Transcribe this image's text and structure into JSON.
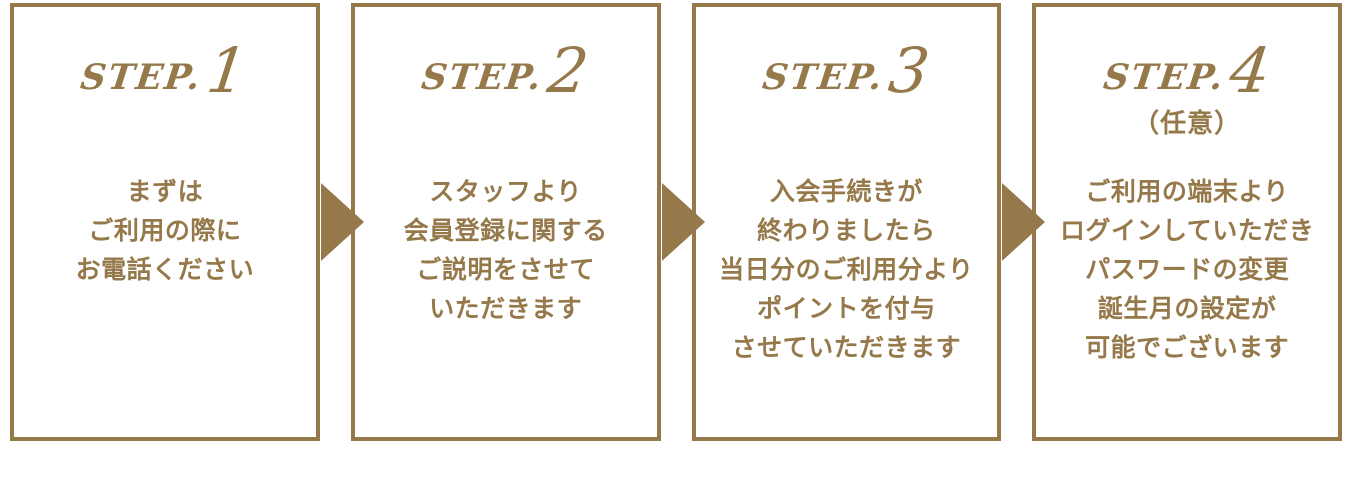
{
  "palette": {
    "gold": "#96794A",
    "background": "#FFFFFF"
  },
  "flow": {
    "arrow_icon": "right-arrow"
  },
  "steps": [
    {
      "label": "STEP.",
      "number": "1",
      "note": "",
      "lines": [
        "まずは",
        "ご利用の際に",
        "お電話ください"
      ]
    },
    {
      "label": "STEP.",
      "number": "2",
      "note": "",
      "lines": [
        "スタッフより",
        "会員登録に関する",
        "ご説明をさせて",
        "いただきます"
      ]
    },
    {
      "label": "STEP.",
      "number": "3",
      "note": "",
      "lines": [
        "入会手続きが",
        "終わりましたら",
        "当日分のご利用分より",
        "ポイントを付与",
        "させていただきます"
      ]
    },
    {
      "label": "STEP.",
      "number": "4",
      "note": "（任意）",
      "lines": [
        "ご利用の端末より",
        "ログインしていただき",
        "パスワードの変更",
        "誕生月の設定が",
        "可能でございます"
      ]
    }
  ]
}
